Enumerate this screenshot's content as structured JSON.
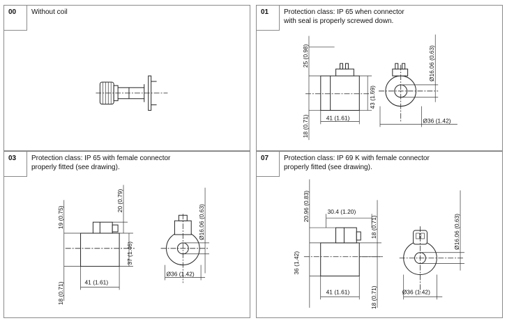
{
  "panels": [
    {
      "code": "00",
      "title": "Without coil"
    },
    {
      "code": "01",
      "title": "Protection class: IP 65 when connector\nwith seal is properly screwed down."
    },
    {
      "code": "03",
      "title": "Protection class: IP 65 with female connector\nproperly fitted (see drawing)."
    },
    {
      "code": "07",
      "title": "Protection class: IP 69 K with female connector\nproperly fitted (see drawing)."
    }
  ],
  "dimensions": {
    "p01": {
      "top": "25 (0.98)",
      "height": "43 (1.69)",
      "bottom": "18 (0.71)",
      "width": "41 (1.61)",
      "dia_small": "Ø16.06 (0.63)",
      "dia_large": "Ø36 (1.42)"
    },
    "p03": {
      "top": "19 (0.75)",
      "connector": "20 (0.79)",
      "height": "37 (1.46)",
      "bottom": "18 (0.71)",
      "width": "41 (1.61)",
      "dia_small": "Ø16.06 (0.63)",
      "dia_large": "Ø36 (1.42)"
    },
    "p07": {
      "top": "20.96 (0.83)",
      "offset": "30.4 (1.20)",
      "right": "18 (0.71)",
      "height": "36 (1.42)",
      "bottom": "18 (0.71)",
      "width": "41 (1.61)",
      "dia_small": "Ø16.06 (0.63)",
      "dia_large": "Ø36 (1.42)"
    }
  }
}
